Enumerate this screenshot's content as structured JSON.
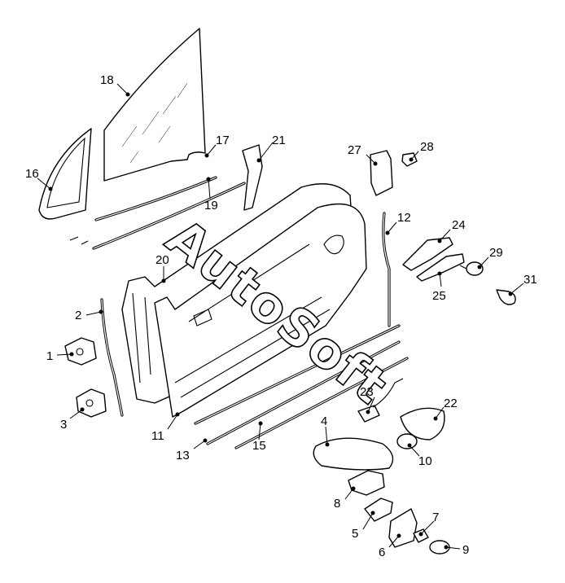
{
  "watermark": {
    "text": "AutoSoft"
  },
  "callouts": [
    {
      "id": "1",
      "label": "1"
    },
    {
      "id": "2",
      "label": "2"
    },
    {
      "id": "3",
      "label": "3"
    },
    {
      "id": "4",
      "label": "4"
    },
    {
      "id": "5",
      "label": "5"
    },
    {
      "id": "6",
      "label": "6"
    },
    {
      "id": "7",
      "label": "7"
    },
    {
      "id": "8",
      "label": "8"
    },
    {
      "id": "9",
      "label": "9"
    },
    {
      "id": "10",
      "label": "10"
    },
    {
      "id": "11",
      "label": "11"
    },
    {
      "id": "12",
      "label": "12"
    },
    {
      "id": "13",
      "label": "13"
    },
    {
      "id": "15",
      "label": "15"
    },
    {
      "id": "16",
      "label": "16"
    },
    {
      "id": "17",
      "label": "17"
    },
    {
      "id": "18",
      "label": "18"
    },
    {
      "id": "19",
      "label": "19"
    },
    {
      "id": "20",
      "label": "20"
    },
    {
      "id": "21",
      "label": "21"
    },
    {
      "id": "22",
      "label": "22"
    },
    {
      "id": "23",
      "label": "23"
    },
    {
      "id": "24",
      "label": "24"
    },
    {
      "id": "25",
      "label": "25"
    },
    {
      "id": "27",
      "label": "27"
    },
    {
      "id": "28",
      "label": "28"
    },
    {
      "id": "29",
      "label": "29"
    },
    {
      "id": "31",
      "label": "31"
    }
  ]
}
